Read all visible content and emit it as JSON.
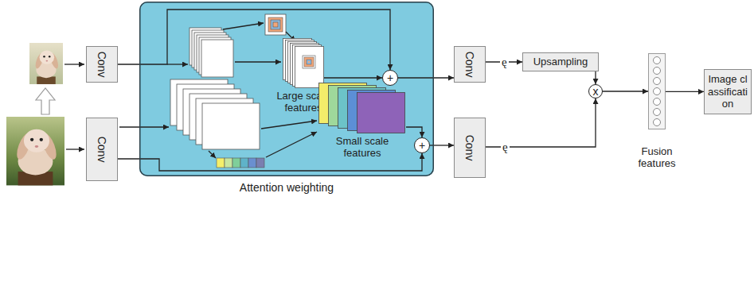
{
  "diagram": {
    "nodes": [
      {
        "text": [
          "Attention weighting"
        ]
      },
      {
        "text": [
          "Conv"
        ]
      },
      {
        "text": [
          "Conv"
        ]
      },
      {
        "text": [
          "Large scale features"
        ],
        "in": 0
      },
      {
        "text": [
          "+"
        ],
        "in": 0
      },
      {
        "text": [
          "Small scale features"
        ],
        "in": 0
      },
      {
        "text": [
          "+"
        ],
        "in": 0
      },
      {
        "text": [
          "Conv"
        ]
      },
      {
        "text": [
          "Conv"
        ]
      },
      {
        "text": [
          "Upsampling"
        ]
      },
      {
        "text": [
          "x"
        ]
      },
      {
        "text": [
          "Fusion features"
        ]
      },
      {
        "text": [
          "Image classification"
        ]
      }
    ],
    "edges": [
      {
        "from": 1,
        "to": 4,
        "arrow": "to"
      },
      {
        "from": 3,
        "to": 4,
        "arrow": "to"
      },
      {
        "from": 2,
        "to": 6,
        "arrow": "to"
      },
      {
        "from": 5,
        "to": 6,
        "arrow": "to"
      },
      {
        "from": 4,
        "to": 7,
        "arrow": "to"
      },
      {
        "from": 6,
        "to": 8,
        "arrow": "to"
      },
      {
        "from": 7,
        "to": 9,
        "label": "ę",
        "arrow": "to"
      },
      {
        "from": 8,
        "to": 10,
        "label": "ę",
        "arrow": "to"
      },
      {
        "from": 9,
        "to": 10,
        "arrow": "to"
      },
      {
        "from": 10,
        "to": 11,
        "arrow": "to"
      },
      {
        "from": 11,
        "to": 12,
        "arrow": "to"
      }
    ]
  }
}
